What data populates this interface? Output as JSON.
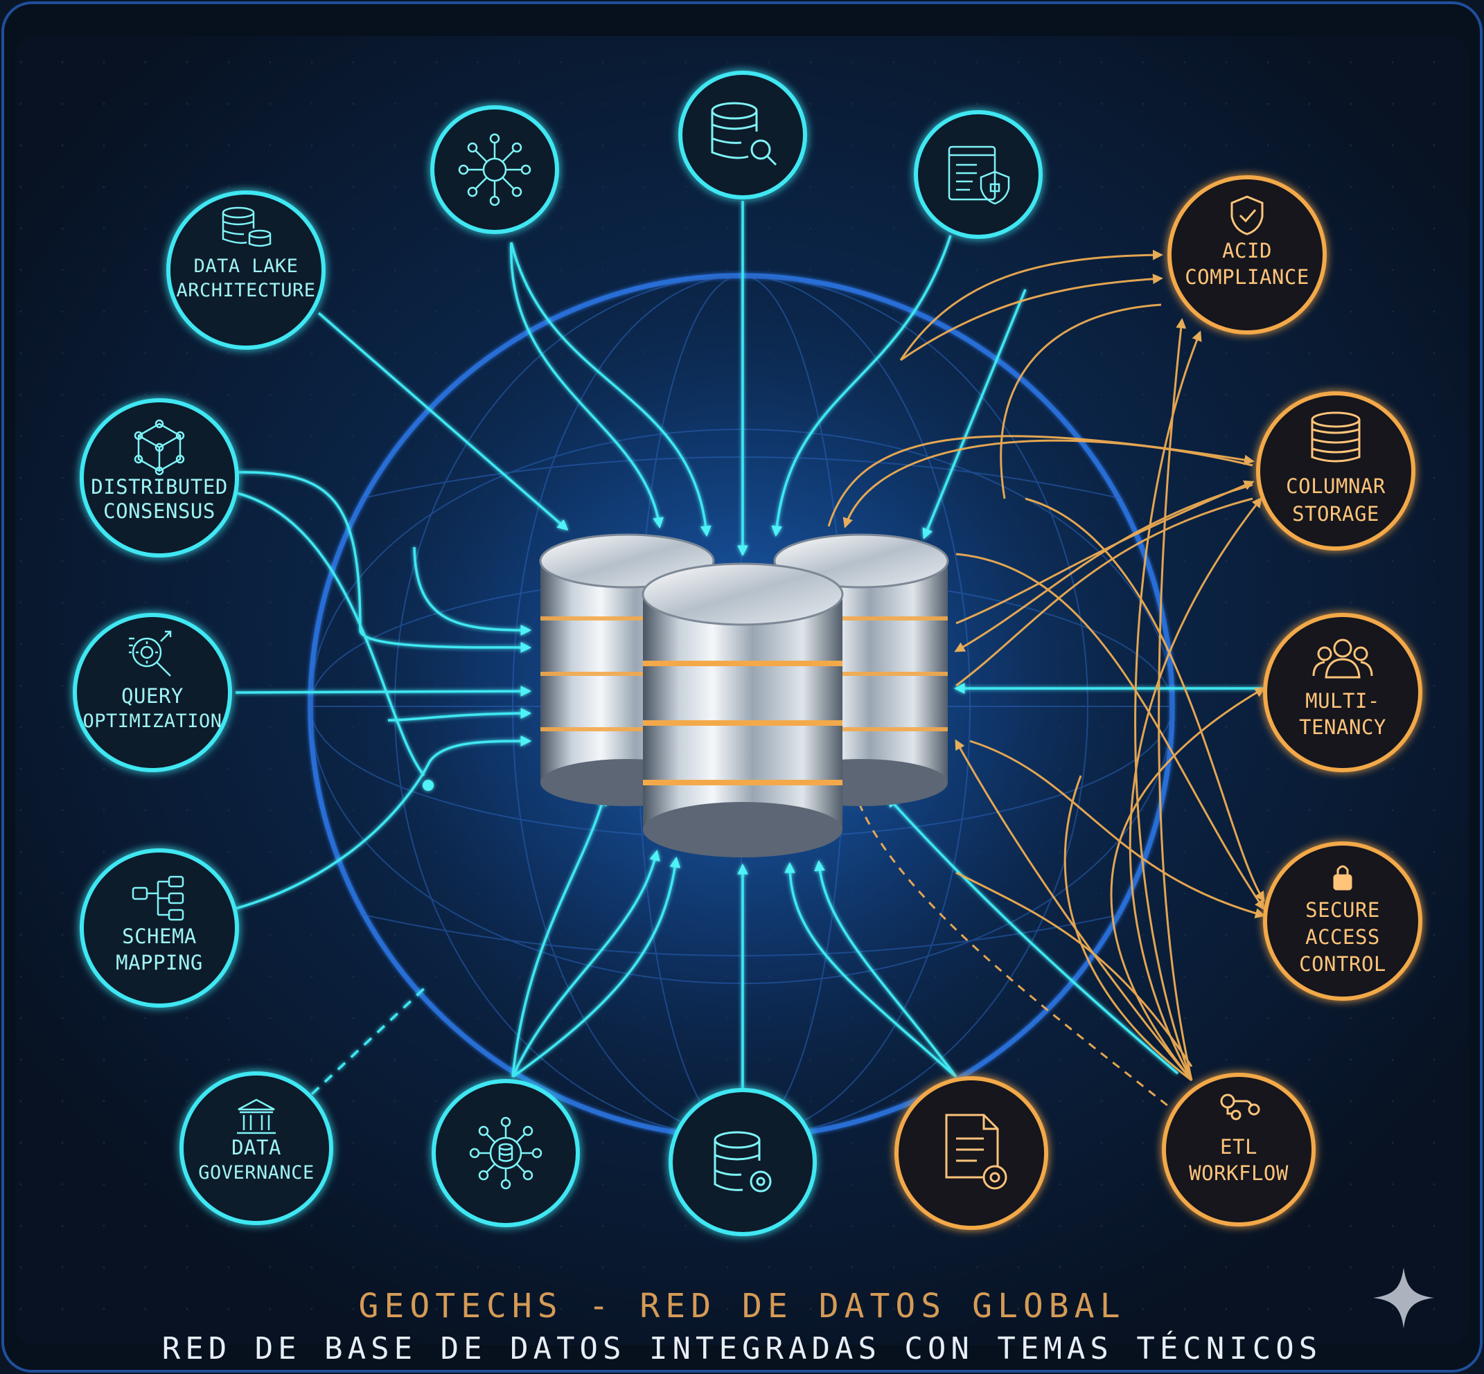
{
  "title": "GEOTECHS - RED DE DATOS GLOBAL",
  "subtitle": "RED DE BASE DE DATOS INTEGRADAS CON TEMAS TÉCNICOS",
  "colors": {
    "cyan": "#33e6f0",
    "orange": "#f3a94a",
    "background": "#0a1526",
    "globe": "#2f6fe0"
  },
  "nodes": {
    "data_lake": {
      "line1": "DATA LAKE",
      "line2": "ARCHITECTURE",
      "icon": "database-stack-icon"
    },
    "distributed_consensus": {
      "line1": "DISTRIBUTED",
      "line2": "CONSENSUS",
      "icon": "cube-network-icon"
    },
    "query_optimization": {
      "line1": "QUERY",
      "line2": "OPTIMIZATION",
      "icon": "magnifier-gear-icon"
    },
    "schema_mapping": {
      "line1": "SCHEMA",
      "line2": "MAPPING",
      "icon": "schema-tree-icon"
    },
    "data_governance": {
      "line1": "DATA",
      "line2": "GOVERNANCE",
      "icon": "institution-icon"
    },
    "acid_compliance": {
      "line1": "ACID",
      "line2": "COMPLIANCE",
      "icon": "shield-check-icon"
    },
    "columnar_storage": {
      "line1": "COLUMNAR",
      "line2": "STORAGE",
      "icon": "storage-drum-icon"
    },
    "multi_tenancy": {
      "line1": "MULTI-",
      "line2": "TENANCY",
      "icon": "users-group-icon"
    },
    "secure_access": {
      "line1": "SECURE",
      "line2": "ACCESS",
      "line3": "CONTROL",
      "icon": "padlock-icon"
    },
    "etl_workflow": {
      "line1": "ETL",
      "line2": "WORKFLOW",
      "icon": "workflow-icon"
    },
    "top_left_icon": {
      "icon": "network-hub-icon"
    },
    "top_center_icon": {
      "icon": "database-search-icon"
    },
    "top_right_icon": {
      "icon": "window-shield-icon"
    },
    "bottom_left_icon": {
      "icon": "database-cluster-icon"
    },
    "bottom_center_icon": {
      "icon": "database-settings-icon"
    },
    "bottom_right_icon": {
      "icon": "document-settings-icon"
    }
  }
}
